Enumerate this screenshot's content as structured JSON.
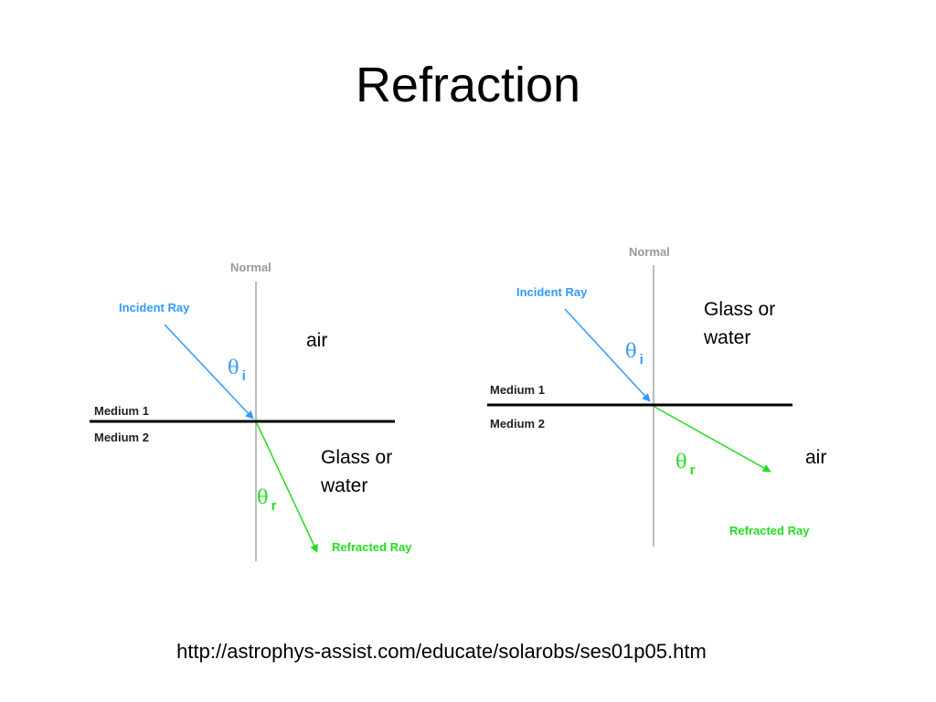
{
  "title": "Refraction",
  "colors": {
    "incident": "#3399ff",
    "refracted": "#22dd22",
    "normal": "#bbbbbb",
    "normal_label": "#999999",
    "interface": "#000000",
    "medium_label": "#222222"
  },
  "left_diagram": {
    "normal_label": "Normal",
    "incident_label": "Incident Ray",
    "refracted_label": "Refracted Ray",
    "medium1_label": "Medium 1",
    "medium2_label": "Medium 2",
    "theta_symbol": "θ",
    "incident_angle_sub": "i",
    "refracted_angle_sub": "r",
    "upper_medium": "air",
    "lower_medium_line1": "Glass or",
    "lower_medium_line2": "water"
  },
  "right_diagram": {
    "normal_label": "Normal",
    "incident_label": "Incident Ray",
    "refracted_label": "Refracted Ray",
    "medium1_label": "Medium 1",
    "medium2_label": "Medium 2",
    "theta_symbol": "θ",
    "incident_angle_sub": "i",
    "refracted_angle_sub": "r",
    "upper_medium_line1": "Glass or",
    "upper_medium_line2": "water",
    "lower_medium": "air"
  },
  "source_url": "http://astrophys-assist.com/educate/solarobs/ses01p05.htm"
}
